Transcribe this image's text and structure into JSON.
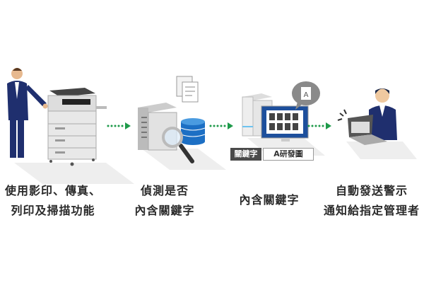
{
  "steps": [
    {
      "line1": "使用影印、傳真、",
      "line2": "列印及掃描功能"
    },
    {
      "line1": "偵測是否",
      "line2": "內含關鍵字"
    },
    {
      "line1": "內含關鍵字"
    },
    {
      "line1": "自動發送警示",
      "line2": "通知給指定管理者"
    }
  ],
  "keyword_tag": {
    "label": "關鍵字",
    "value": "A研發圖"
  },
  "bubble_letter": "A",
  "colors": {
    "arrow": "#1e9a4a",
    "suit": "#1f2f6e",
    "text": "#2a2a2a"
  }
}
